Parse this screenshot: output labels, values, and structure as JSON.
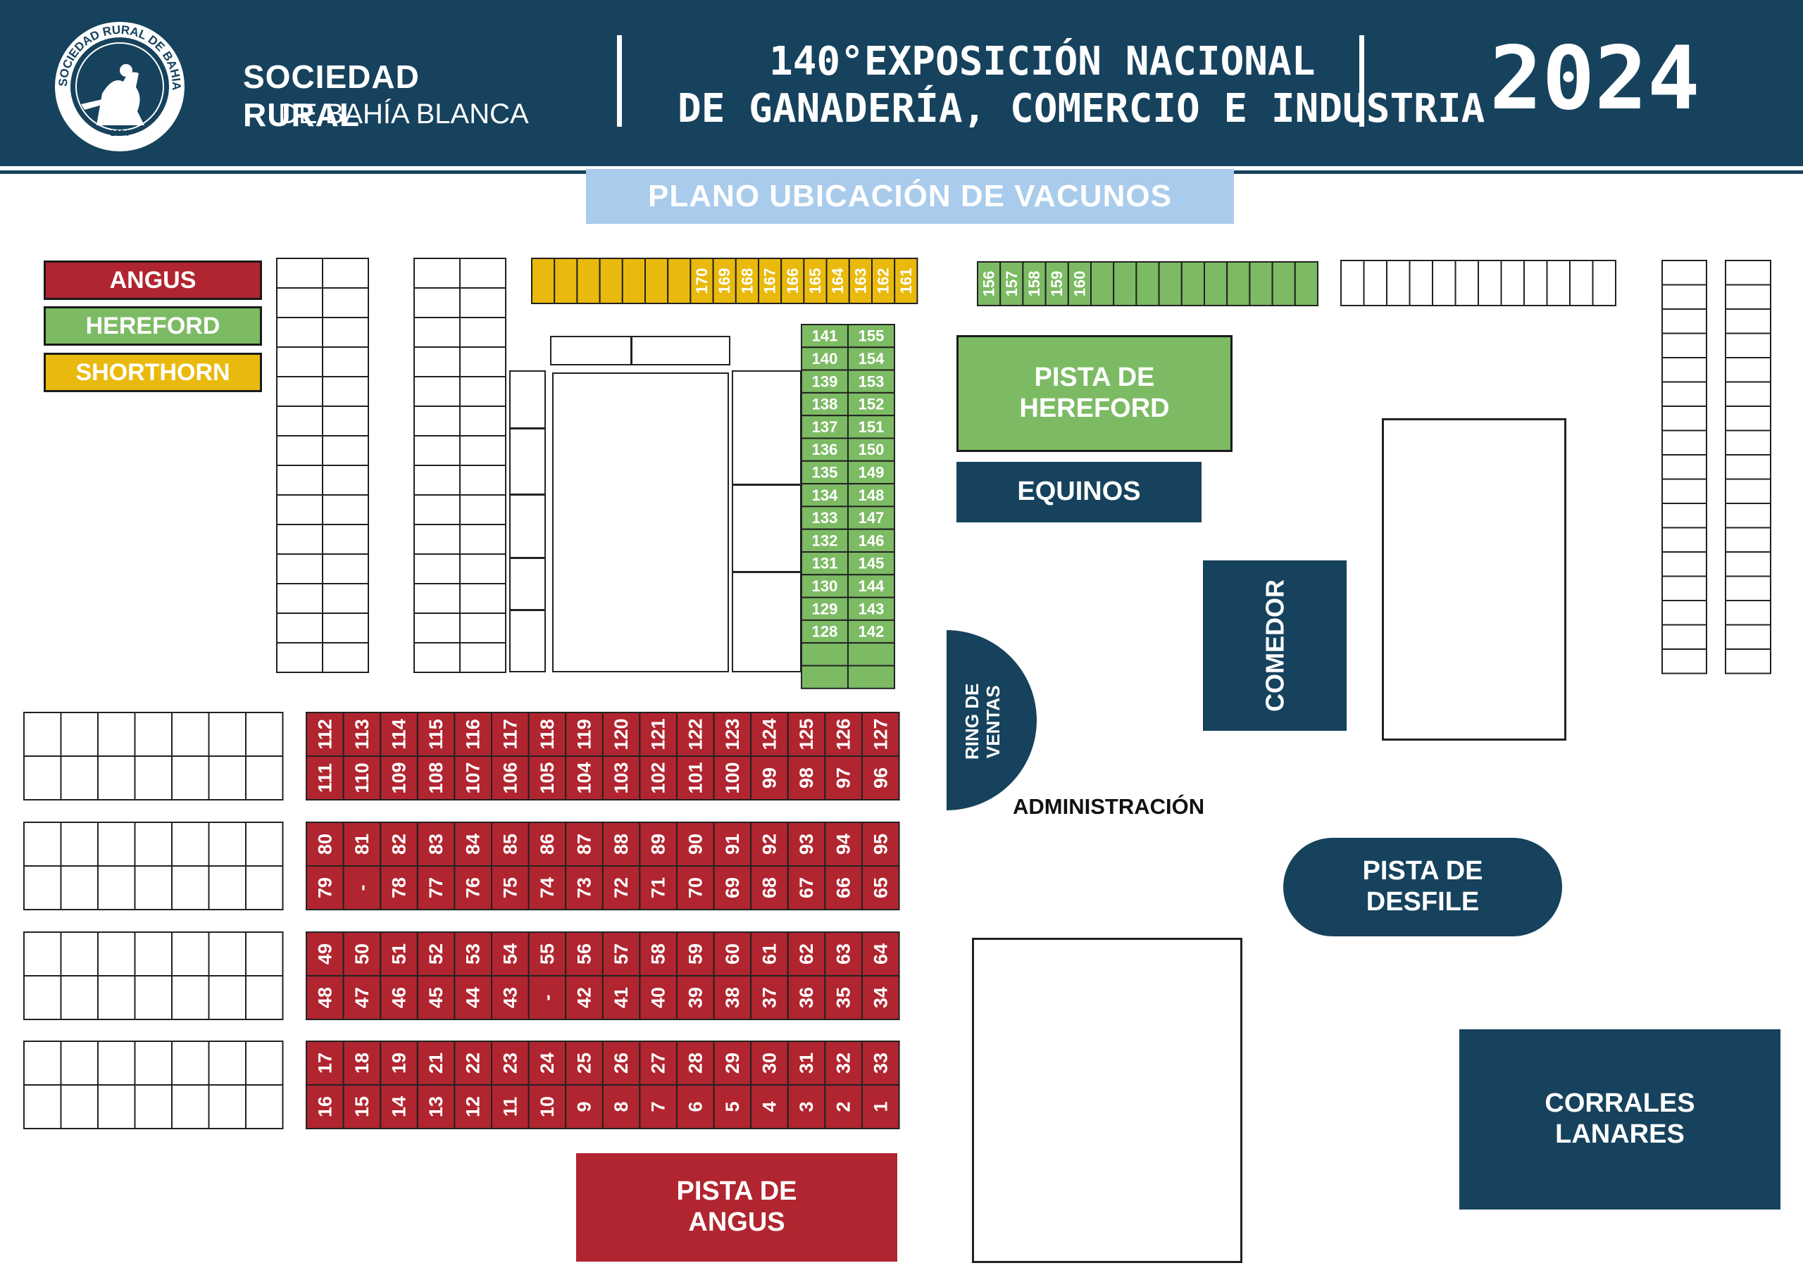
{
  "header": {
    "logo_text": "SOCIEDAD RURAL DE BAHIA BLANCA",
    "org_line1": "SOCIEDAD RURAL",
    "org_line2": "DE BAHÍA BLANCA",
    "expo_line1": "140°EXPOSICIÓN NACIONAL",
    "expo_line2": "DE GANADERÍA, COMERCIO E INDUSTRIA",
    "year": "2024"
  },
  "title": "PLANO UBICACIÓN DE VACUNOS",
  "colors": {
    "navy": "#16425d",
    "angus": "#b0252f",
    "hereford": "#7cbb64",
    "shorthorn": "#e9ba0d",
    "title_band": "#a9cbec"
  },
  "legend": [
    {
      "label": "ANGUS",
      "color": "#b0252f"
    },
    {
      "label": "HEREFORD",
      "color": "#7cbb64"
    },
    {
      "label": "SHORTHORN",
      "color": "#e9ba0d"
    }
  ],
  "zones": {
    "pista_hereford": "PISTA DE\nHEREFORD",
    "equinos": "EQUINOS",
    "comedor": "COMEDOR",
    "ring_ventas": "RING DE\nVENTAS",
    "administracion": "ADMINISTRACIÓN",
    "pista_desfile": "PISTA DE\nDESFILE",
    "corrales_lanares": "CORRALES\nLANARES",
    "pista_angus": "PISTA DE\nANGUS"
  },
  "pens": {
    "shorthorn_top": [
      "",
      "",
      "",
      "",
      "",
      "",
      "",
      "170",
      "169",
      "168",
      "167",
      "166",
      "165",
      "164",
      "163",
      "162",
      "161"
    ],
    "hereford_top": [
      "156",
      "157",
      "158",
      "159",
      "160",
      "",
      "",
      "",
      "",
      "",
      "",
      "",
      "",
      "",
      ""
    ],
    "hereford_col_left": [
      "141",
      "140",
      "139",
      "138",
      "137",
      "136",
      "135",
      "134",
      "133",
      "132",
      "131",
      "130",
      "129",
      "128",
      "",
      ""
    ],
    "hereford_col_right": [
      "155",
      "154",
      "153",
      "152",
      "151",
      "150",
      "149",
      "148",
      "147",
      "146",
      "145",
      "144",
      "143",
      "142",
      "",
      ""
    ],
    "angus_rows": [
      {
        "top": [
          "112",
          "113",
          "114",
          "115",
          "116",
          "117",
          "118",
          "119",
          "120",
          "121",
          "122",
          "123",
          "124",
          "125",
          "126",
          "127"
        ],
        "bottom": [
          "111",
          "110",
          "109",
          "108",
          "107",
          "106",
          "105",
          "104",
          "103",
          "102",
          "101",
          "100",
          "99",
          "98",
          "97",
          "96"
        ]
      },
      {
        "top": [
          "80",
          "81",
          "82",
          "83",
          "84",
          "85",
          "86",
          "87",
          "88",
          "89",
          "90",
          "91",
          "92",
          "93",
          "94",
          "95"
        ],
        "bottom": [
          "79",
          "-",
          "78",
          "77",
          "76",
          "75",
          "74",
          "73",
          "72",
          "71",
          "70",
          "69",
          "68",
          "67",
          "66",
          "65"
        ]
      },
      {
        "top": [
          "49",
          "50",
          "51",
          "52",
          "53",
          "54",
          "55",
          "56",
          "57",
          "58",
          "59",
          "60",
          "61",
          "62",
          "63",
          "64"
        ],
        "bottom": [
          "48",
          "47",
          "46",
          "45",
          "44",
          "43",
          "-",
          "42",
          "41",
          "40",
          "39",
          "38",
          "37",
          "36",
          "35",
          "34"
        ]
      },
      {
        "top": [
          "17",
          "18",
          "19",
          "21",
          "22",
          "23",
          "24",
          "25",
          "26",
          "27",
          "28",
          "29",
          "30",
          "31",
          "32",
          "33"
        ],
        "bottom": [
          "16",
          "15",
          "14",
          "13",
          "12",
          "11",
          "10",
          "9",
          "8",
          "7",
          "6",
          "5",
          "4",
          "3",
          "2",
          "1"
        ]
      }
    ]
  }
}
